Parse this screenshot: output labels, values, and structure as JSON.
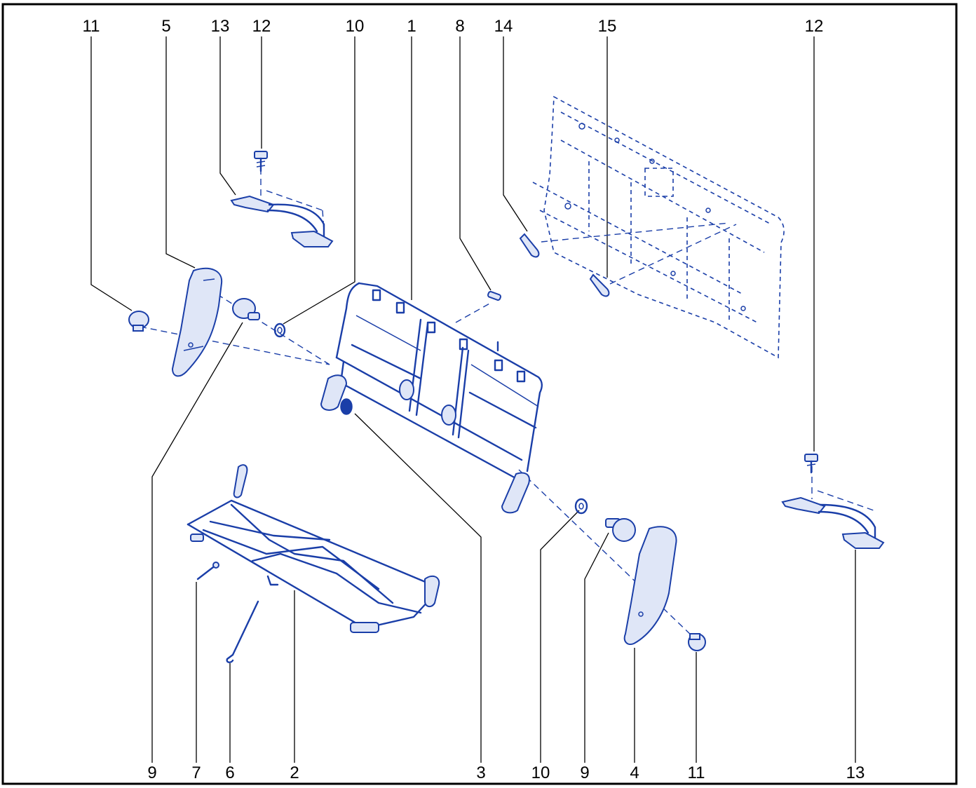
{
  "diagram": {
    "colors": {
      "part_line": "#1a3ea8",
      "leader_line": "#000000",
      "background": "#ffffff",
      "border": "#000000"
    },
    "top_callouts": [
      "11",
      "5",
      "13",
      "12",
      "10",
      "1",
      "8",
      "14",
      "15",
      "12"
    ],
    "bottom_callouts": [
      "9",
      "7",
      "6",
      "2",
      "3",
      "10",
      "9",
      "4",
      "11",
      "13"
    ]
  }
}
